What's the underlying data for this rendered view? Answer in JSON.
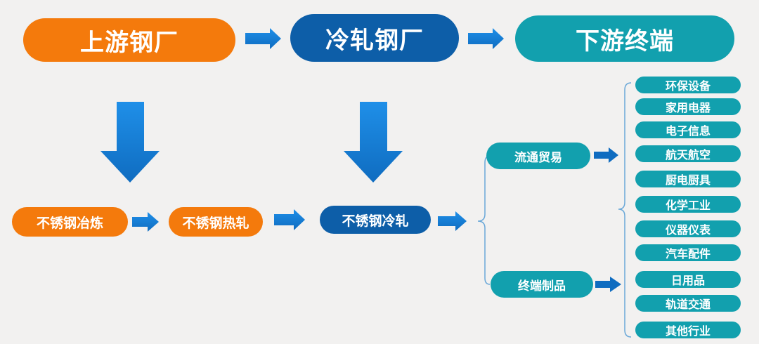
{
  "chain": {
    "upstream": "上游钢厂",
    "coldrolled": "冷轧钢厂",
    "downstream": "下游终端"
  },
  "process": {
    "smelting": "不锈钢冶炼",
    "hotrolling": "不锈钢热轧",
    "coldrolling": "不锈钢冷轧"
  },
  "branches": {
    "trade": "流通贸易",
    "terminal": "终端制品"
  },
  "industries": [
    "环保设备",
    "家用电器",
    "电子信息",
    "航天航空",
    "厨电厨具",
    "化学工业",
    "仪器仪表",
    "汽车配件",
    "日用品",
    "轨道交通",
    "其他行业"
  ],
  "colors": {
    "orange": "#f47a0c",
    "dark_blue": "#0d5ea8",
    "teal": "#12a0ae",
    "arrow_blue": "#1a7fd6",
    "line": "#6aa8d8"
  }
}
